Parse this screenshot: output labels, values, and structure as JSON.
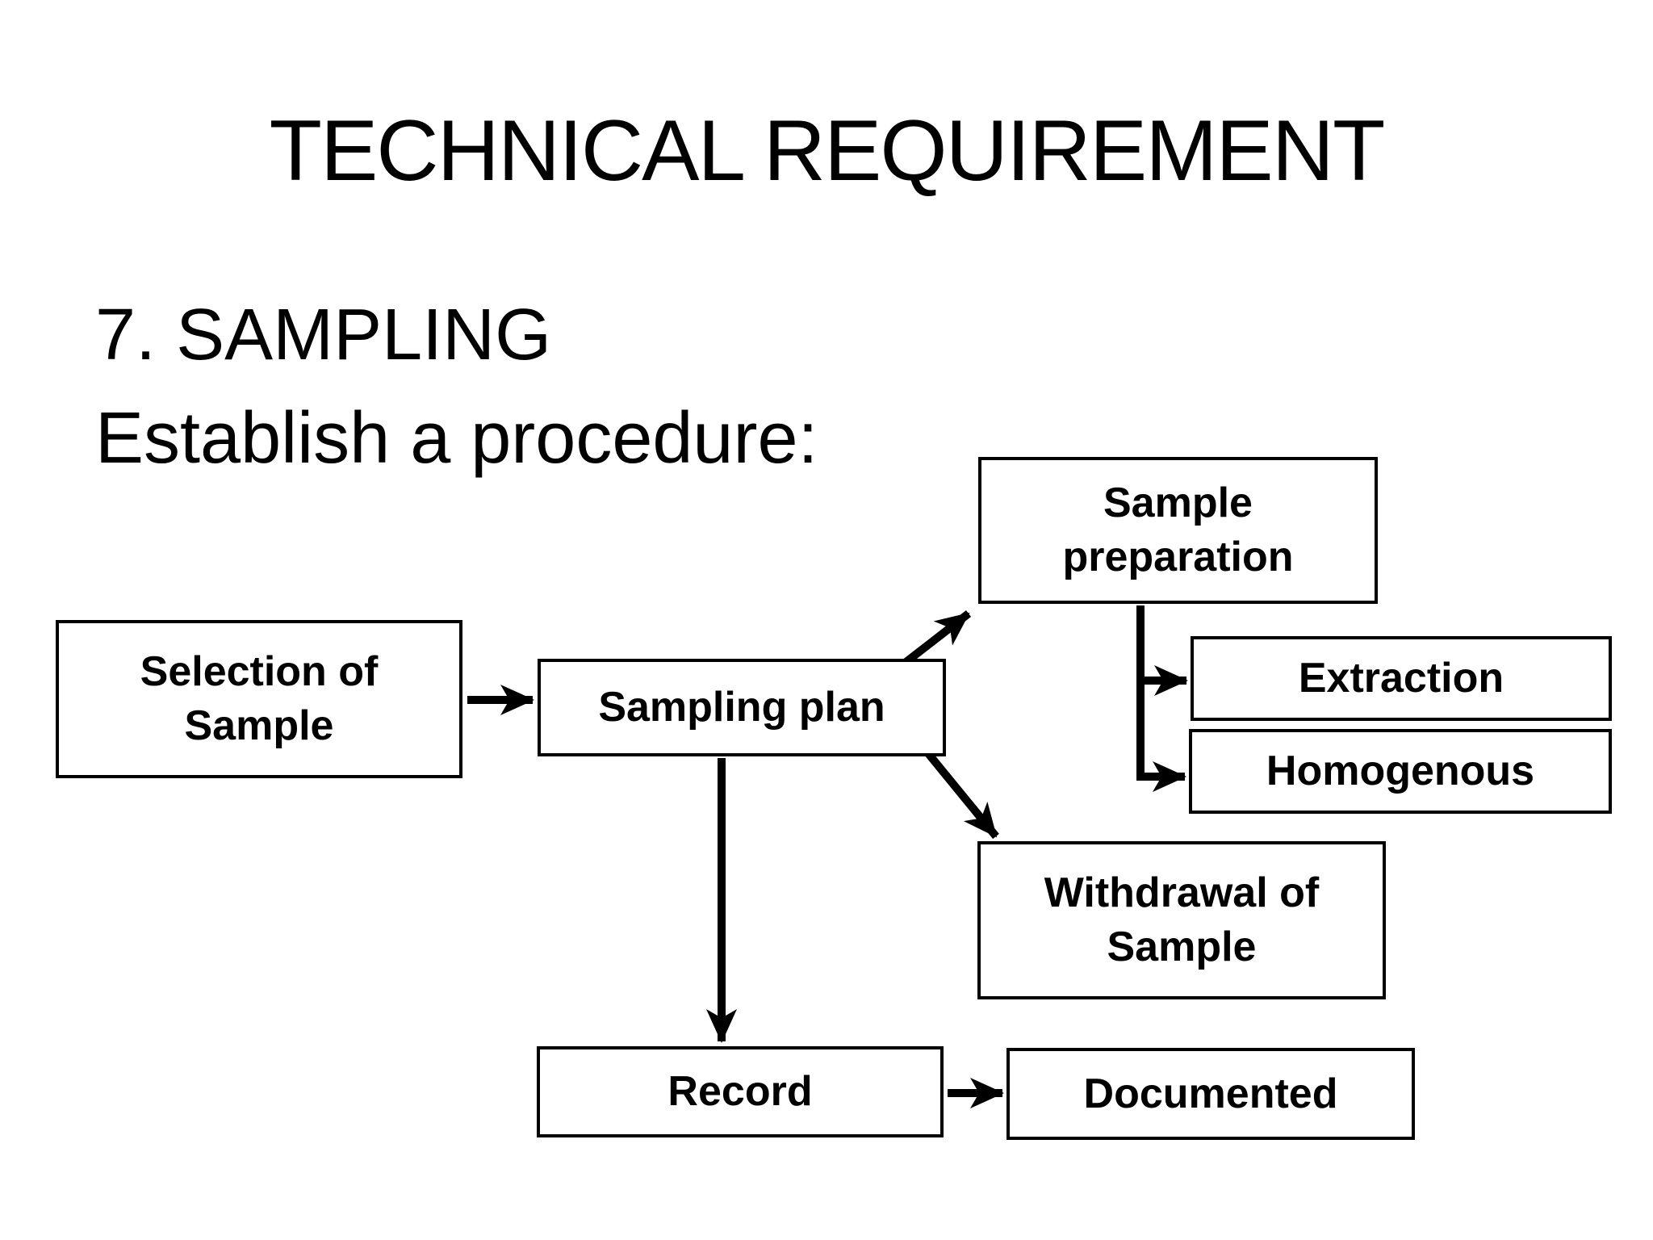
{
  "slide": {
    "title": "TECHNICAL REQUIREMENT",
    "section_heading": "7. SAMPLING",
    "procedure_heading": "Establish a procedure:"
  },
  "diagram": {
    "nodes": [
      {
        "id": "selection-of-sample",
        "label": "Selection of Sample"
      },
      {
        "id": "sampling-plan",
        "label": "Sampling plan"
      },
      {
        "id": "sample-preparation",
        "label": "Sample preparation"
      },
      {
        "id": "extraction",
        "label": "Extraction"
      },
      {
        "id": "homogenous",
        "label": "Homogenous"
      },
      {
        "id": "withdrawal-of-sample",
        "label": "Withdrawal of Sample"
      },
      {
        "id": "record",
        "label": "Record"
      },
      {
        "id": "documented",
        "label": "Documented"
      }
    ],
    "edges": [
      {
        "from": "selection-of-sample",
        "to": "sampling-plan"
      },
      {
        "from": "sampling-plan",
        "to": "sample-preparation"
      },
      {
        "from": "sampling-plan",
        "to": "withdrawal-of-sample"
      },
      {
        "from": "sampling-plan",
        "to": "record"
      },
      {
        "from": "sample-preparation",
        "to": "extraction"
      },
      {
        "from": "sample-preparation",
        "to": "homogenous"
      },
      {
        "from": "record",
        "to": "documented"
      }
    ]
  },
  "colors": {
    "background": "#ffffff",
    "box_fill": "#ffffff",
    "box_border": "#000000",
    "text": "#000000",
    "connector": "#000000"
  }
}
